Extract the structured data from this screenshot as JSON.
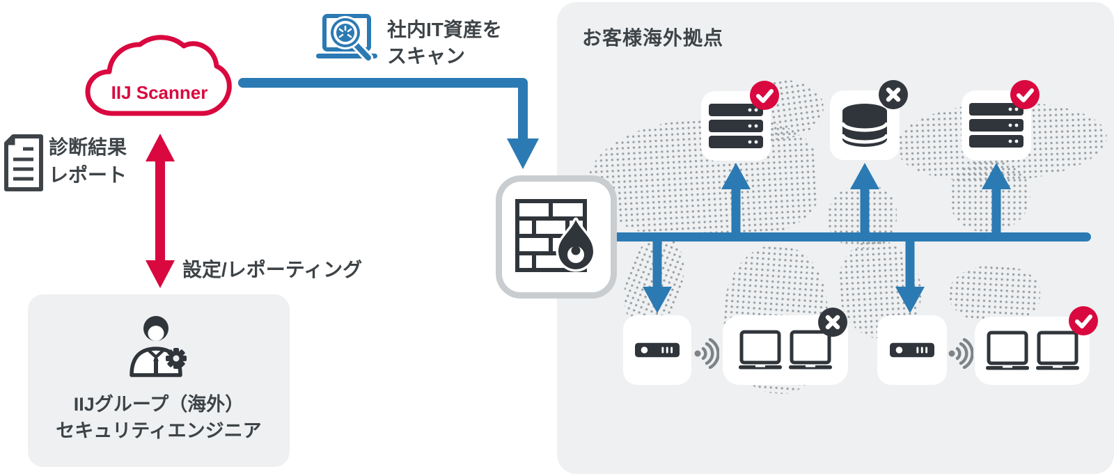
{
  "cloud": {
    "label": "IIJ Scanner"
  },
  "scan_annotation": {
    "line1": "社内IT資産を",
    "line2": "スキャン"
  },
  "report_annotation": {
    "line1": "診断結果",
    "line2": "レポート"
  },
  "setting_annotation": {
    "label": "設定/レポーティング"
  },
  "engineer_box": {
    "line1": "IIJグループ（海外）",
    "line2": "セキュリティエンジニア"
  },
  "site_panel": {
    "title": "お客様海外拠点",
    "top_devices": [
      {
        "icon": "server-icon",
        "status": "ok"
      },
      {
        "icon": "database-icon",
        "status": "error"
      },
      {
        "icon": "server-icon",
        "status": "ok"
      }
    ],
    "bottom_devices": [
      {
        "icon": "wireless-router-icon",
        "status": ""
      },
      {
        "icon": "laptops-icon",
        "status": "error"
      },
      {
        "icon": "wireless-router-icon",
        "status": ""
      },
      {
        "icon": "laptops-icon",
        "status": "ok"
      }
    ]
  },
  "icons": [
    "cloud-icon",
    "report-document-icon",
    "engineer-person-gear-icon",
    "laptop-scan-magnifier-icon",
    "firewall-brick-flame-icon",
    "server-icon",
    "database-icon",
    "wireless-router-icon",
    "wifi-signal-icon",
    "laptops-icon",
    "check-badge-icon",
    "cross-badge-icon",
    "world-map-dots"
  ],
  "colors": {
    "brand_red": "#d9083f",
    "flow_blue": "#2b7ab3",
    "panel_bg": "#eef0f1",
    "icon_dark": "#2f353a",
    "text_dark": "#3d4347",
    "status_ok": "#d9083f",
    "status_error": "#31373c",
    "map_dot_gray": "#9aa0a5"
  }
}
